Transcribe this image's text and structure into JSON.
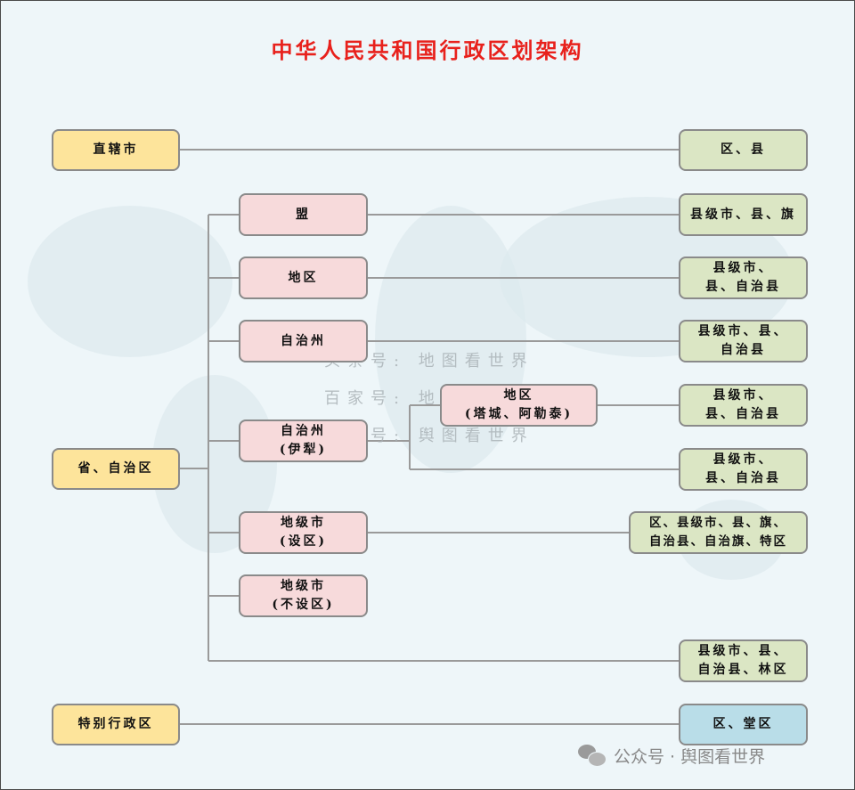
{
  "title": "中华人民共和国行政区划架构",
  "level1": {
    "municipality": "直辖市",
    "province": "省、自治区",
    "sar": "特别行政区"
  },
  "level2": {
    "league": "盟",
    "prefecture": "地区",
    "auto_pref": "自治州",
    "auto_pref_yili": [
      "自治州",
      "(伊犁)"
    ],
    "pref_city_dist": [
      "地级市",
      "(设区)"
    ],
    "pref_city_nodist": [
      "地级市",
      "(不设区)"
    ]
  },
  "level3_mid": {
    "tacheng_altay": [
      "地区",
      "(塔城、阿勒泰)"
    ]
  },
  "level4": {
    "muni_sub": [
      "区、县"
    ],
    "league_sub": [
      "县级市、县、旗"
    ],
    "pref_sub": [
      "县级市、",
      "县、自治县"
    ],
    "auto_pref_sub": [
      "县级市、县、",
      "自治县"
    ],
    "tacheng_sub": [
      "县级市、",
      "县、自治县"
    ],
    "yili_sub": [
      "县级市、",
      "县、自治县"
    ],
    "pref_city_sub": [
      "区、县级市、县、旗、",
      "自治县、自治旗、特区"
    ],
    "direct_sub": [
      "县级市、县、",
      "自治县、林区"
    ],
    "sar_sub": [
      "区、堂区"
    ]
  },
  "watermark": [
    "头条号: 地图看世界",
    "百家号: 地图看世界",
    "公众号: 舆图看世界"
  ],
  "footer": "公众号 · 舆图看世界",
  "colors": {
    "title": "#e8211c",
    "yellow": "#fde49b",
    "pink": "#f7dadb",
    "green": "#dbe6c4",
    "blue": "#b9dde8",
    "line": "#9a9a9a"
  }
}
